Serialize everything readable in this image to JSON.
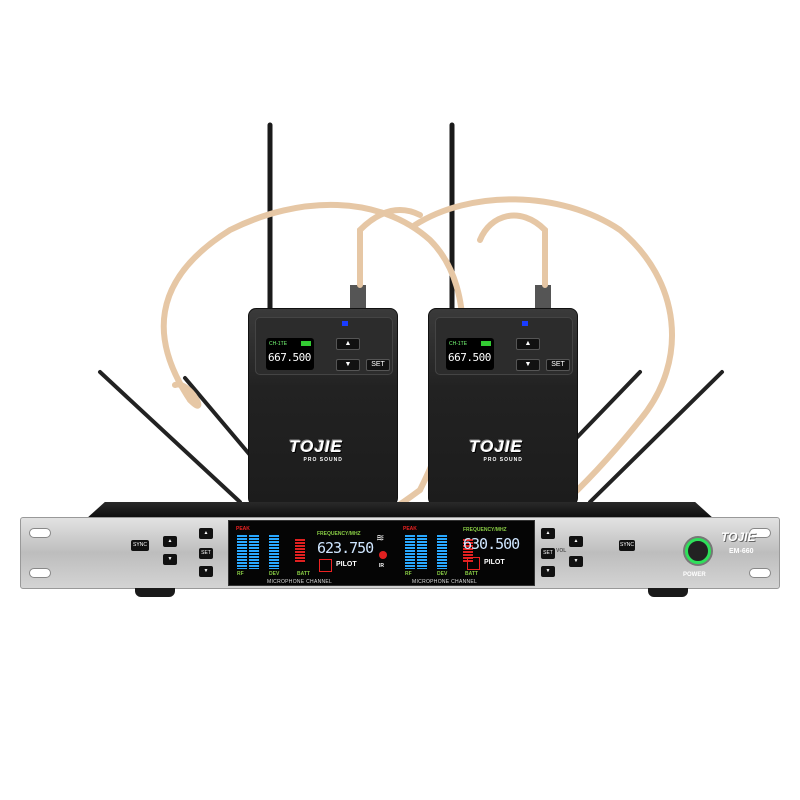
{
  "brand": "TOJIE",
  "brand_sub": "PRO SOUND",
  "model": "EM-660",
  "bodypacks": [
    {
      "status": "CH-1TE",
      "frequency": "667.500",
      "up": "▲",
      "down": "▼",
      "set": "SET"
    },
    {
      "status": "CH-1TE",
      "frequency": "667.500",
      "up": "▲",
      "down": "▼",
      "set": "SET"
    }
  ],
  "receiver": {
    "channels": [
      {
        "frequency": "623.750",
        "freq_label": "FREQUENCY/MHZ",
        "pilot": "PILOT",
        "rf": "RF",
        "dev": "DEV",
        "batt": "BATT",
        "peak": "PEAK",
        "footer": "MICROPHONE CHANNEL"
      },
      {
        "frequency": "630.500",
        "freq_label": "FREQUENCY/MHZ",
        "pilot": "PILOT",
        "rf": "RF",
        "dev": "DEV",
        "batt": "BATT",
        "peak": "PEAK",
        "footer": "MICROPHONE CHANNEL"
      }
    ],
    "ir": "IR",
    "sync": "SYNC",
    "set": "SET",
    "vol": "VOL",
    "power": "POWER"
  },
  "colors": {
    "headset": "#e6c7a5",
    "display_blue": "#29a8ff",
    "power_ring": "#2ee05a"
  }
}
